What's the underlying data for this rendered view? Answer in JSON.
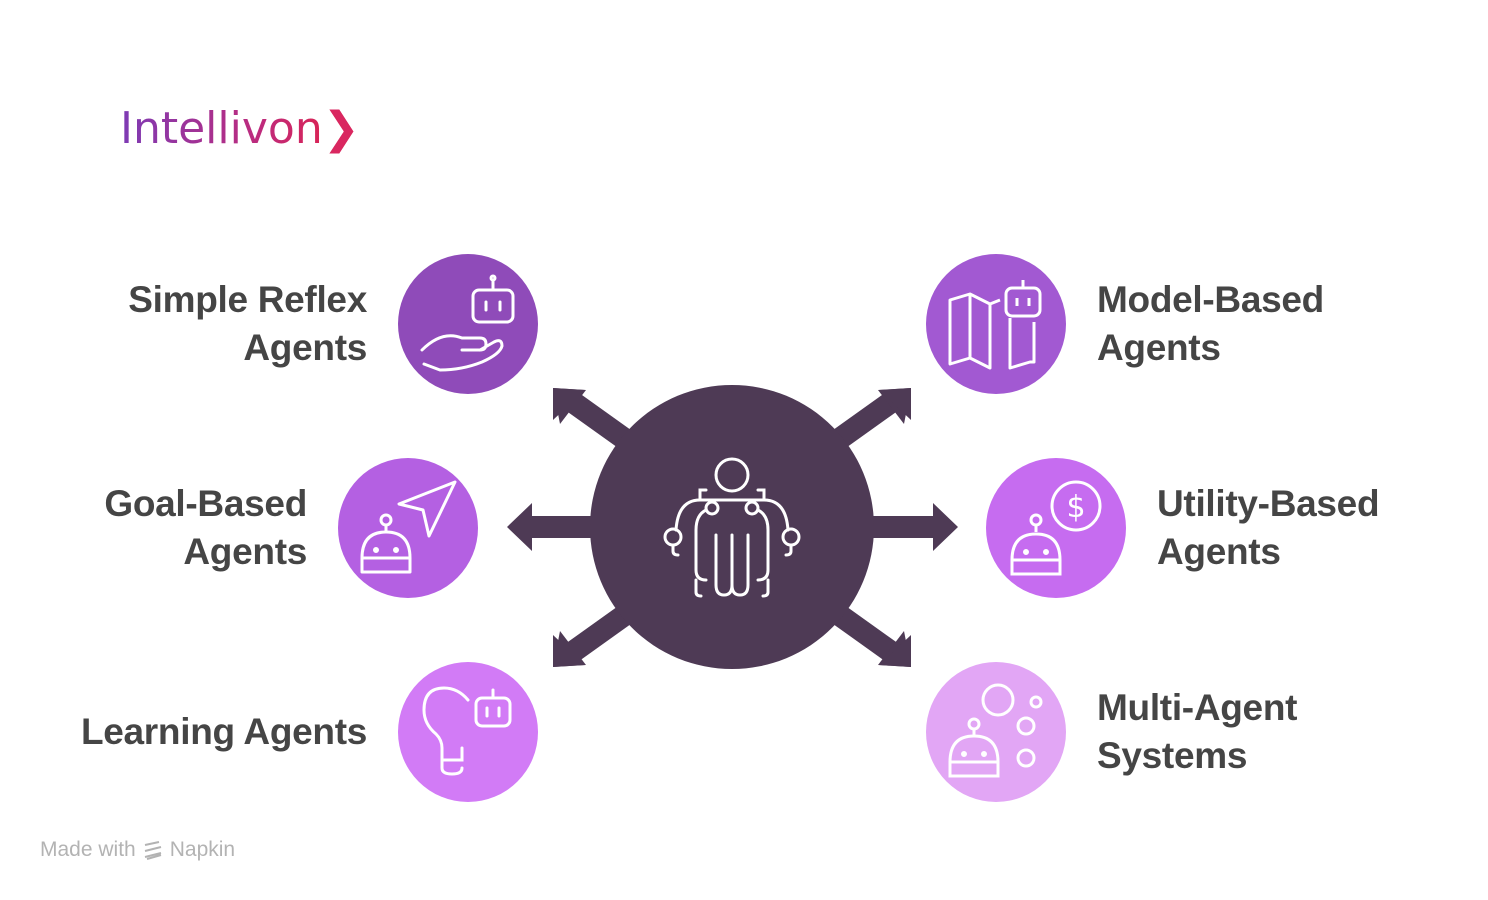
{
  "logo": {
    "text": "Intellivon"
  },
  "center": {
    "icon": "agent-network-icon",
    "color": "#4e3a55"
  },
  "nodes": [
    {
      "label_lines": [
        "Simple Reflex",
        "Agents"
      ],
      "icon": "robot-hand-icon",
      "color": "#8f4bb9"
    },
    {
      "label_lines": [
        "Model-Based",
        "Agents"
      ],
      "icon": "map-robot-icon",
      "color": "#a259d2"
    },
    {
      "label_lines": [
        "Goal-Based",
        "Agents"
      ],
      "icon": "robot-navigation-icon",
      "color": "#b460e2"
    },
    {
      "label_lines": [
        "Utility-Based",
        "Agents"
      ],
      "icon": "robot-dollar-icon",
      "color": "#c66cf0"
    },
    {
      "label_lines": [
        "Learning Agents"
      ],
      "icon": "lightbulb-robot-icon",
      "color": "#d27bf6"
    },
    {
      "label_lines": [
        "Multi-Agent",
        "Systems"
      ],
      "icon": "robot-bubbles-icon",
      "color": "#e2a6f5"
    }
  ],
  "footer": {
    "made_with": "Made with",
    "brand": "Napkin"
  }
}
